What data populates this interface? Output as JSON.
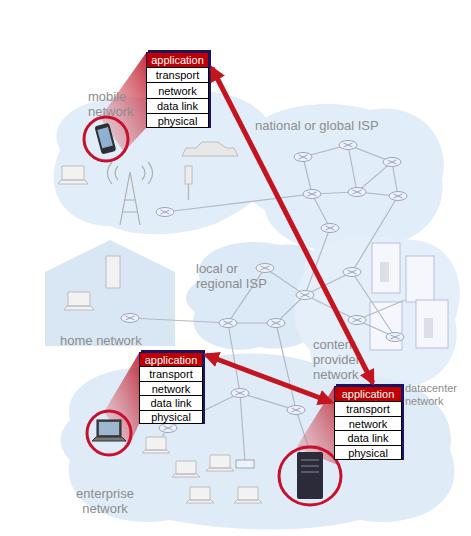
{
  "diagram": {
    "nodes": [
      {
        "text": [
          "application"
        ]
      },
      {
        "text": [
          "transport"
        ]
      },
      {
        "text": [
          "network"
        ]
      },
      {
        "text": [
          "data link"
        ]
      },
      {
        "text": [
          "physical"
        ]
      },
      {
        "text": [
          "application"
        ]
      },
      {
        "text": [
          "transport"
        ]
      },
      {
        "text": [
          "network"
        ]
      },
      {
        "text": [
          "data link"
        ]
      },
      {
        "text": [
          "physical"
        ]
      },
      {
        "text": [
          "application"
        ]
      },
      {
        "text": [
          "transport"
        ]
      },
      {
        "text": [
          "network"
        ]
      },
      {
        "text": [
          "data link"
        ]
      },
      {
        "text": [
          "physical"
        ]
      }
    ],
    "edges": [
      {
        "from": 0,
        "to": 10,
        "arrow": "both"
      },
      {
        "from": 5,
        "to": 10,
        "arrow": "both"
      }
    ],
    "labels": [
      "mobile network",
      "national or global ISP",
      "home network",
      "local or regional ISP",
      "content provider network",
      "datacenter network",
      "enterprise network"
    ]
  }
}
